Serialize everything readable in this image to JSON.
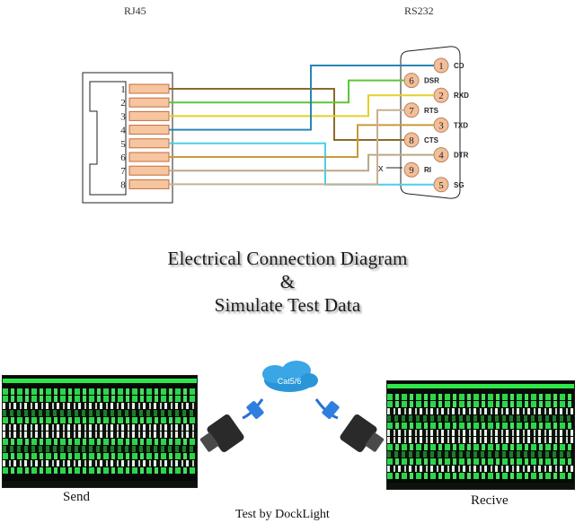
{
  "rj45": {
    "title": "RJ45",
    "pins": [
      "1",
      "2",
      "3",
      "4",
      "5",
      "6",
      "7",
      "8"
    ]
  },
  "rs232": {
    "title": "RS232",
    "pins": [
      {
        "num": "1",
        "signal": "CD"
      },
      {
        "num": "6",
        "signal": "DSR"
      },
      {
        "num": "2",
        "signal": "RXD"
      },
      {
        "num": "7",
        "signal": "RTS"
      },
      {
        "num": "3",
        "signal": "TXD"
      },
      {
        "num": "8",
        "signal": "CTS"
      },
      {
        "num": "4",
        "signal": "DTR"
      },
      {
        "num": "9",
        "signal": "RI"
      },
      {
        "num": "5",
        "signal": "SG"
      }
    ],
    "no_connect_mark": "x"
  },
  "wires": [
    {
      "rj45_pin": "1",
      "rs232_pin": "8",
      "color": "#8a6a2c"
    },
    {
      "rj45_pin": "2",
      "rs232_pin": "6",
      "color": "#5cc63a"
    },
    {
      "rj45_pin": "3",
      "rs232_pin": "2",
      "color": "#e3cf2a"
    },
    {
      "rj45_pin": "4",
      "rs232_pin": "1",
      "color": "#2886b6"
    },
    {
      "rj45_pin": "5",
      "rs232_pin": "5",
      "color": "#4ad0e8"
    },
    {
      "rj45_pin": "6",
      "rs232_pin": "3",
      "color": "#c89a3a"
    },
    {
      "rj45_pin": "7",
      "rs232_pin": "4",
      "color": "#b8a888"
    },
    {
      "rj45_pin": "8",
      "rs232_pin": "7",
      "color": "#c8b090"
    }
  ],
  "colors": {
    "pin_fill": "#f5c6a0",
    "pin_stroke": "#c86a3a",
    "db9_circle": "#f3be9a"
  },
  "headline": {
    "line1": "Electrical Connection Diagram",
    "line2": "&",
    "line3": "Simulate Test Data"
  },
  "test": {
    "send_label": "Send",
    "receive_label": "Recive",
    "test_by": "Test by DockLight",
    "cloud_label": "Cat5/6"
  }
}
